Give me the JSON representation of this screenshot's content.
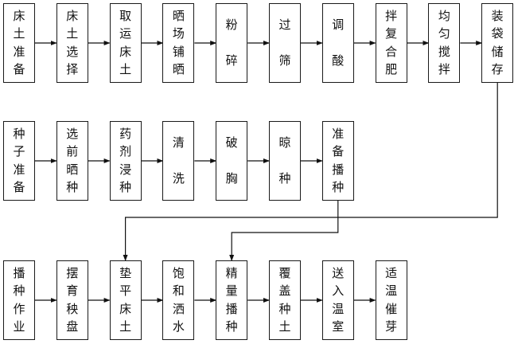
{
  "rows": [
    {
      "id": "soil-prep",
      "steps": [
        {
          "id": "bed-soil-prep",
          "label": "床土准备"
        },
        {
          "id": "bed-soil-select",
          "label": "床土选择"
        },
        {
          "id": "fetch-soil",
          "label": "取运床土"
        },
        {
          "id": "spread-sun-dry",
          "label": "晒场铺晒"
        },
        {
          "id": "crush",
          "label": "粉碎"
        },
        {
          "id": "sieve",
          "label": "过筛"
        },
        {
          "id": "adjust-acidity",
          "label": "调酸"
        },
        {
          "id": "mix-fertilizer",
          "label": "拌复合肥"
        },
        {
          "id": "stir-evenly",
          "label": "均匀搅拌"
        },
        {
          "id": "bag-store",
          "label": "装袋储存"
        }
      ]
    },
    {
      "id": "seed-prep",
      "steps": [
        {
          "id": "seed-prep-start",
          "label": "种子准备"
        },
        {
          "id": "select-dry-seeds",
          "label": "选前晒种"
        },
        {
          "id": "chemical-soak",
          "label": "药剂浸种"
        },
        {
          "id": "wash",
          "label": "清洗"
        },
        {
          "id": "break-chest",
          "label": "破胸"
        },
        {
          "id": "air-dry-seeds",
          "label": "晾种"
        },
        {
          "id": "ready-to-sow",
          "label": "准备播种"
        }
      ]
    },
    {
      "id": "sowing",
      "steps": [
        {
          "id": "sowing-work",
          "label": "播种作业"
        },
        {
          "id": "place-trays",
          "label": "摆育秧盘"
        },
        {
          "id": "level-soil",
          "label": "垫平床土"
        },
        {
          "id": "saturate-water",
          "label": "饱和洒水"
        },
        {
          "id": "precise-sowing",
          "label": "精量播种"
        },
        {
          "id": "cover-soil",
          "label": "覆盖种土"
        },
        {
          "id": "to-warm-room",
          "label": "送入温室"
        },
        {
          "id": "warm-germination",
          "label": "适温催芽"
        }
      ]
    }
  ]
}
